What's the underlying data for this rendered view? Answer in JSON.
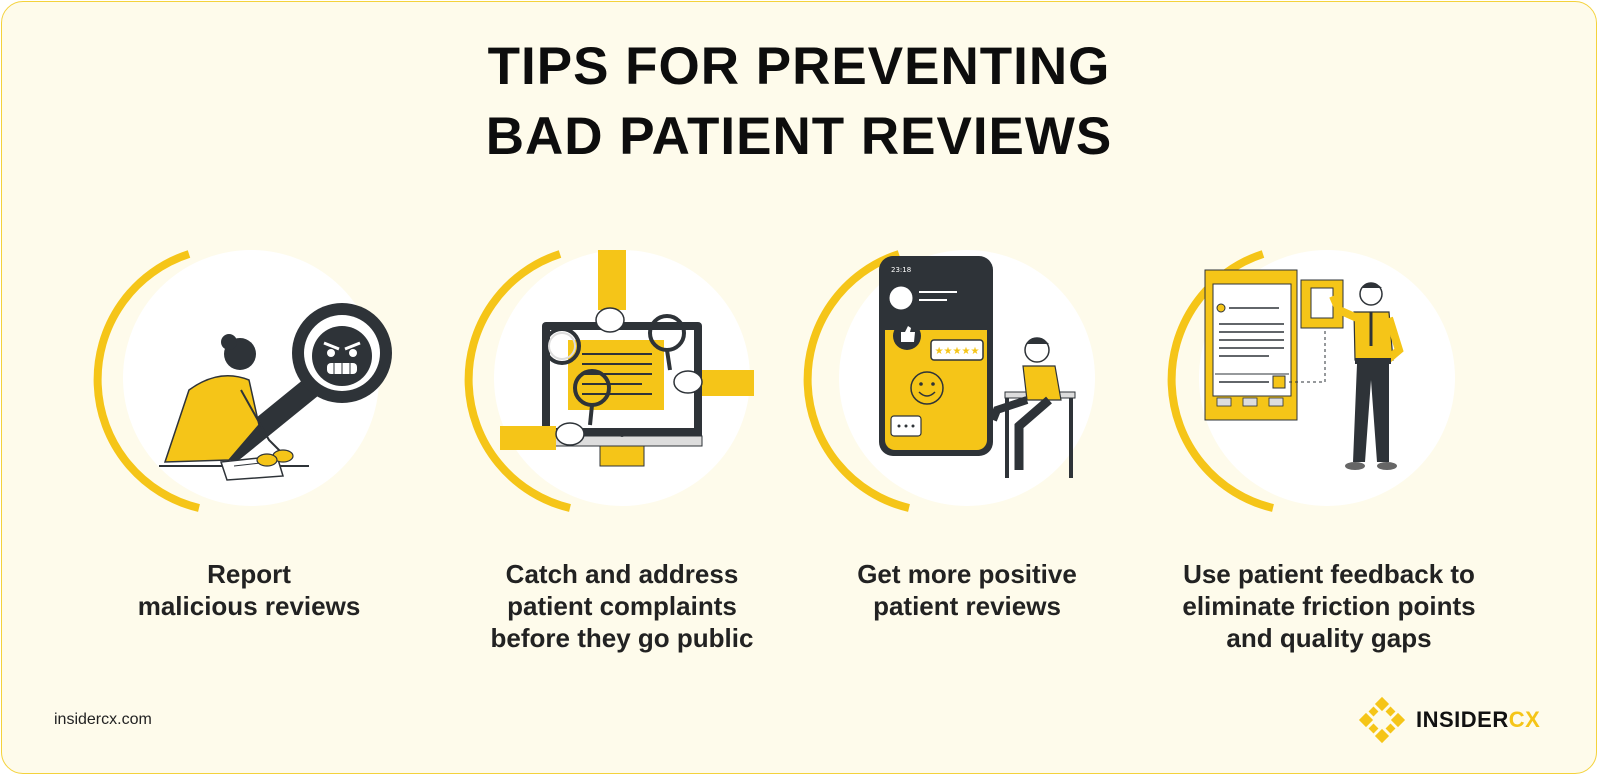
{
  "title": {
    "line1": "TIPS FOR PREVENTING",
    "line2": "BAD PATIENT REVIEWS"
  },
  "tips": [
    {
      "label": "Report\nmalicious reviews",
      "icon": "magnifier-angry-face-icon"
    },
    {
      "label": "Catch and address\npatient complaints\nbefore they go public",
      "icon": "monitor-magnifiers-icon"
    },
    {
      "label": "Get more positive\npatient reviews",
      "icon": "phone-positive-reviews-icon"
    },
    {
      "label": "Use patient feedback to\neliminate friction points\nand quality gaps",
      "icon": "feedback-form-person-icon"
    }
  ],
  "illustration_texts": {
    "phone_time": "23:18",
    "stars": "★★★★★"
  },
  "footer": {
    "url": "insidercx.com",
    "brand_main": "INSIDER",
    "brand_accent": "CX"
  },
  "colors": {
    "background": "#fefbeb",
    "accent": "#f5c518",
    "dark": "#2e3338",
    "border": "#f4d23c"
  }
}
